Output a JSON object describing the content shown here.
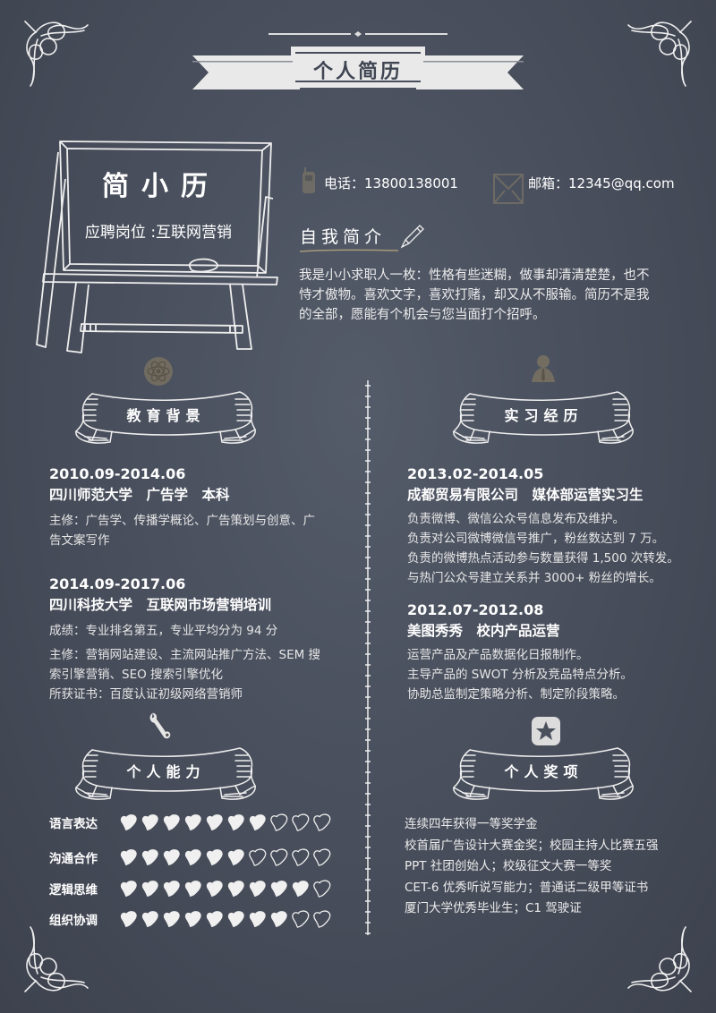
{
  "header": {
    "title": "个人简历"
  },
  "board": {
    "name": "简小历",
    "position": "应聘岗位 :互联网营销"
  },
  "contact": {
    "phone_label": "电话：13800138001",
    "email_label": "邮箱：12345@qq.com",
    "phone_icon": "phone-icon",
    "email_icon": "envelope-icon"
  },
  "intro": {
    "heading": "自我简介",
    "icon": "pencil-icon",
    "lines": [
      "我是小小求职人一枚：性格有些迷糊，做事却清清楚楚，也不",
      "恃才傲物。喜欢文字，喜欢打赌，却又从不服输。简历不是我",
      "的全部，愿能有个机会与您当面打个招呼。"
    ]
  },
  "education": {
    "heading": "教育背景",
    "icon": "atom-icon",
    "entries": [
      {
        "date": "2010.09-2014.06",
        "title": "四川师范大学　广告学　本科",
        "lines": [
          "主修：广告学、传播学概论、广告策划与创意、广",
          "告文案写作"
        ]
      },
      {
        "date": "2014.09-2017.06",
        "title": "四川科技大学　互联网市场营销培训",
        "lines": [
          "成绩：专业排名第五，专业平均分为 94 分",
          "主修：营销网站建设、主流网站推广方法、SEM 搜",
          "索引擎营销、SEO 搜索引擎优化",
          "所获证书：百度认证初级网络营销师"
        ]
      }
    ]
  },
  "internship": {
    "heading": "实习经历",
    "icon": "person-tie-icon",
    "entries": [
      {
        "date": "2013.02-2014.05",
        "title": "成都贸易有限公司　媒体部运营实习生",
        "lines": [
          "负责微博、微信公众号信息发布及维护。",
          "负责对公司微博微信号推广，粉丝数达到 7 万。",
          "负责的微博热点活动参与数量获得 1,500 次转发。",
          "与热门公众号建立关系并 3000+ 粉丝的增长。"
        ]
      },
      {
        "date": "2012.07-2012.08",
        "title": "美图秀秀　校内产品运营",
        "lines": [
          "运营产品及产品数据化日报制作。",
          "主导产品的 SWOT 分析及竞品特点分析。",
          "协助总监制定策略分析、制定阶段策略。"
        ]
      }
    ]
  },
  "skills": {
    "heading": "个人能力",
    "icon": "wrench-icon",
    "max": 10,
    "items": [
      {
        "label": "语言表达",
        "value": 7
      },
      {
        "label": "沟通合作",
        "value": 6
      },
      {
        "label": "逻辑思维",
        "value": 9
      },
      {
        "label": "组织协调",
        "value": 8
      }
    ]
  },
  "awards": {
    "heading": "个人奖项",
    "icon": "star-badge-icon",
    "lines": [
      "连续四年获得一等奖学金",
      "校首届广告设计大赛金奖；校园主持人比赛五强",
      "PPT 社团创始人；校级征文大赛一等奖",
      "CET-6 优秀听说写能力；普通话二级甲等证书",
      "厦门大学优秀毕业生；C1 驾驶证"
    ]
  },
  "colors": {
    "background": "#4a505d",
    "chalk": "#f2f2f2",
    "muted_icon": "#8a7f6a"
  }
}
